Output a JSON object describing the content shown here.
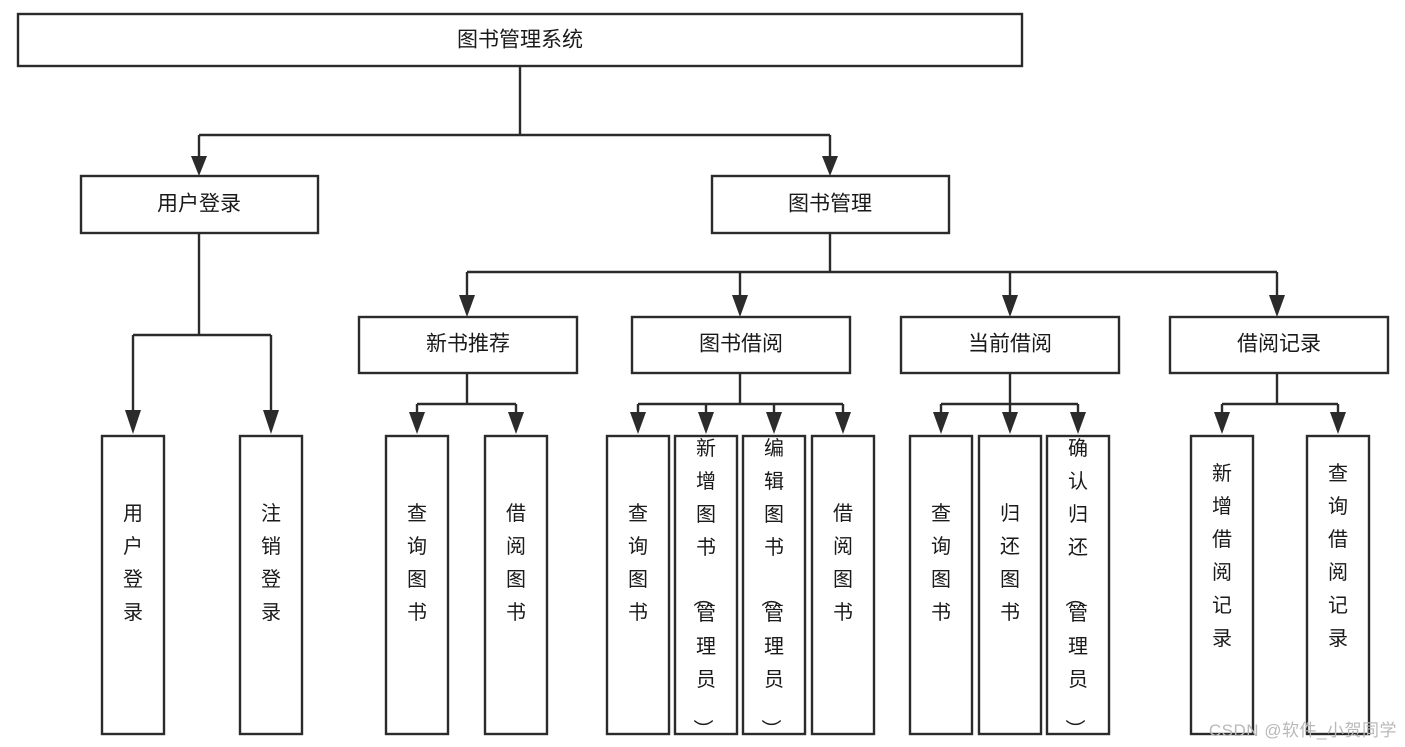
{
  "diagram": {
    "title": "图书管理系统",
    "type": "hierarchy-tree",
    "watermark": "CSDN @软件_小贺同学",
    "colors": {
      "stroke": "#2b2b2b",
      "box_fill": "#ffffff",
      "text": "#1a1a1a",
      "background": "#ffffff",
      "watermark": "#b9b9b9"
    },
    "levels": [
      {
        "level": 1,
        "nodes": [
          {
            "id": "root",
            "label": "图书管理系统",
            "orientation": "horizontal"
          }
        ]
      },
      {
        "level": 2,
        "nodes": [
          {
            "id": "user-login",
            "label": "用户登录",
            "orientation": "horizontal",
            "parent": "root"
          },
          {
            "id": "book-manage",
            "label": "图书管理",
            "orientation": "horizontal",
            "parent": "root"
          }
        ]
      },
      {
        "level": 3,
        "nodes": [
          {
            "id": "new-book-rec",
            "label": "新书推荐",
            "orientation": "horizontal",
            "parent": "book-manage"
          },
          {
            "id": "book-borrow",
            "label": "图书借阅",
            "orientation": "horizontal",
            "parent": "book-manage"
          },
          {
            "id": "current-borrow",
            "label": "当前借阅",
            "orientation": "horizontal",
            "parent": "book-manage"
          },
          {
            "id": "borrow-record",
            "label": "借阅记录",
            "orientation": "horizontal",
            "parent": "book-manage"
          }
        ]
      },
      {
        "level": 4,
        "nodes": [
          {
            "id": "leaf-1",
            "label": "用户登录",
            "orientation": "vertical",
            "parent": "user-login"
          },
          {
            "id": "leaf-2",
            "label": "注销登录",
            "orientation": "vertical",
            "parent": "user-login"
          },
          {
            "id": "leaf-3",
            "label": "查询图书",
            "orientation": "vertical",
            "parent": "new-book-rec"
          },
          {
            "id": "leaf-4",
            "label": "借阅图书",
            "orientation": "vertical",
            "parent": "new-book-rec"
          },
          {
            "id": "leaf-5",
            "label": "查询图书",
            "orientation": "vertical",
            "parent": "book-borrow"
          },
          {
            "id": "leaf-6",
            "label": "新增图书（管理员）",
            "orientation": "vertical",
            "parent": "book-borrow"
          },
          {
            "id": "leaf-7",
            "label": "编辑图书（管理员）",
            "orientation": "vertical",
            "parent": "book-borrow"
          },
          {
            "id": "leaf-8",
            "label": "借阅图书",
            "orientation": "vertical",
            "parent": "book-borrow"
          },
          {
            "id": "leaf-9",
            "label": "查询图书",
            "orientation": "vertical",
            "parent": "current-borrow"
          },
          {
            "id": "leaf-10",
            "label": "归还图书",
            "orientation": "vertical",
            "parent": "current-borrow"
          },
          {
            "id": "leaf-11",
            "label": "确认归还（管理员）",
            "orientation": "vertical",
            "parent": "current-borrow"
          },
          {
            "id": "leaf-12",
            "label": "新增借阅记录",
            "orientation": "vertical",
            "parent": "borrow-record"
          },
          {
            "id": "leaf-13",
            "label": "查询借阅记录",
            "orientation": "vertical",
            "parent": "borrow-record"
          }
        ]
      }
    ]
  }
}
